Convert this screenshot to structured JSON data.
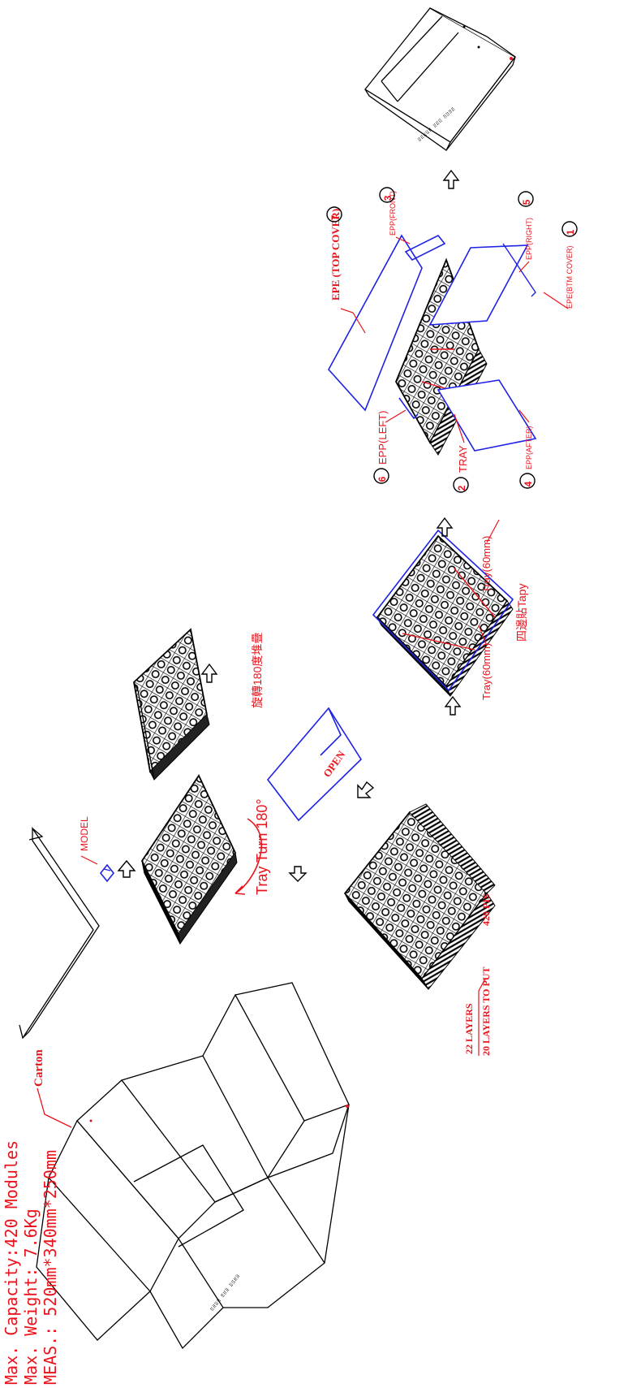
{
  "labels": {
    "carton": "Carton",
    "model": "MODEL",
    "tray_turn": "Tray Turn 180°",
    "rotate_chinese": "旋轉180度堆疊",
    "open": "OPEN",
    "layers_22": "22 LAYERS",
    "layers_20": "20 LAYERS TO PUT",
    "pcs_420": "420 PIS",
    "tray_60_left": "Tray(60mm)",
    "tray_60_right": "Tray(60mm)",
    "four_side_tape": "四邊貼Tapy",
    "epe_top": "EPE (TOP COVER)",
    "epp_front": "EPP(FRONT)",
    "epp_right": "EPP(RIGHT)",
    "epe_btm": "EPE(BTM COVER)",
    "epp_left": "EPP(LEFT)",
    "tray": "TRAY",
    "epp_after": "EPP(AFTER)"
  },
  "step_numbers": {
    "n1": "1",
    "n2": "2",
    "n3": "3",
    "n4": "4",
    "n5": "5",
    "n6": "6",
    "n7": "7"
  },
  "specs": {
    "capacity": "Max. Capacity:420 Modules",
    "weight": "Max. Weight: 7.6Kg",
    "meas": "MEAS.: 520mm*340mm*250mm"
  },
  "colors": {
    "annotation": "#e8141d",
    "component": "#1e22e6",
    "outline": "#000000"
  }
}
